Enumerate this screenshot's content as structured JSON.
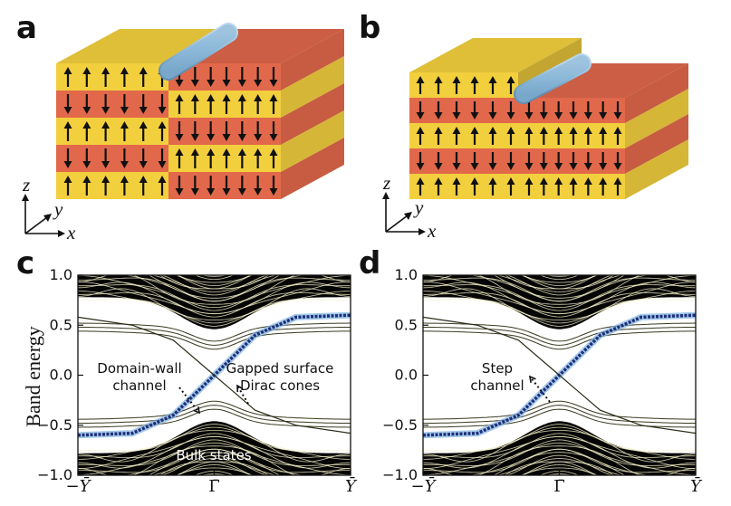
{
  "panel_labels": {
    "a": "a",
    "b": "b",
    "c": "c",
    "d": "d"
  },
  "axes_triad": {
    "z": "z",
    "y": "y",
    "x": "x"
  },
  "colors": {
    "yellow_layer": "#f2cf3d",
    "red_layer": "#e2684b",
    "tube": "#8bb8d8",
    "band_lines": "#f5f1c8",
    "channel_dark": "#1f2f7a",
    "channel_light": "#7fb4e0"
  },
  "icon_names": [
    "up-arrow-icon",
    "down-arrow-icon",
    "tube-icon"
  ],
  "chart_data": [
    {
      "panel": "c",
      "type": "line",
      "ylabel": "Band energy",
      "ylim": [
        -1.0,
        1.0
      ],
      "yticks": [
        "1.0",
        "0.5",
        "0.0",
        "−0.5",
        "−1.0"
      ],
      "ytick_values": [
        1.0,
        0.5,
        0.0,
        -0.5,
        -1.0
      ],
      "xtick_labels": [
        "−Ȳ",
        "Γ̄",
        "Ȳ"
      ],
      "annotations": [
        {
          "label_lines": [
            "Domain-wall",
            "channel"
          ]
        },
        {
          "label_lines": [
            "Gapped surface",
            "Dirac cones"
          ]
        },
        {
          "label_lines": [
            "Bulk states"
          ]
        }
      ],
      "series": [
        {
          "x": [
            -1.0,
            -0.6,
            -0.3,
            0.0,
            0.3,
            0.6,
            1.0
          ],
          "y": [
            -0.6,
            -0.58,
            -0.4,
            0.0,
            0.4,
            0.58,
            0.6
          ]
        },
        {
          "x": [
            -1.0,
            -0.6,
            -0.3,
            0.0,
            0.3,
            0.6,
            1.0
          ],
          "y": [
            0.58,
            0.5,
            0.35,
            0.0,
            -0.35,
            -0.5,
            -0.58
          ]
        }
      ]
    },
    {
      "panel": "d",
      "type": "line",
      "ylim": [
        -1.0,
        1.0
      ],
      "yticks": [
        "1.0",
        "0.5",
        "0.0",
        "−0.5",
        "−1.0"
      ],
      "ytick_values": [
        1.0,
        0.5,
        0.0,
        -0.5,
        -1.0
      ],
      "xtick_labels": [
        "−Ȳ",
        "Γ̄",
        "Ȳ"
      ],
      "annotations": [
        {
          "label_lines": [
            "Step",
            "channel"
          ]
        }
      ],
      "series": [
        {
          "x": [
            -1.0,
            -0.6,
            -0.3,
            0.0,
            0.3,
            0.6,
            1.0
          ],
          "y": [
            -0.6,
            -0.58,
            -0.4,
            0.0,
            0.4,
            0.58,
            0.6
          ]
        },
        {
          "x": [
            -1.0,
            -0.6,
            -0.3,
            0.0,
            0.3,
            0.6,
            1.0
          ],
          "y": [
            0.58,
            0.5,
            0.35,
            0.0,
            -0.35,
            -0.5,
            -0.58
          ]
        }
      ]
    }
  ]
}
